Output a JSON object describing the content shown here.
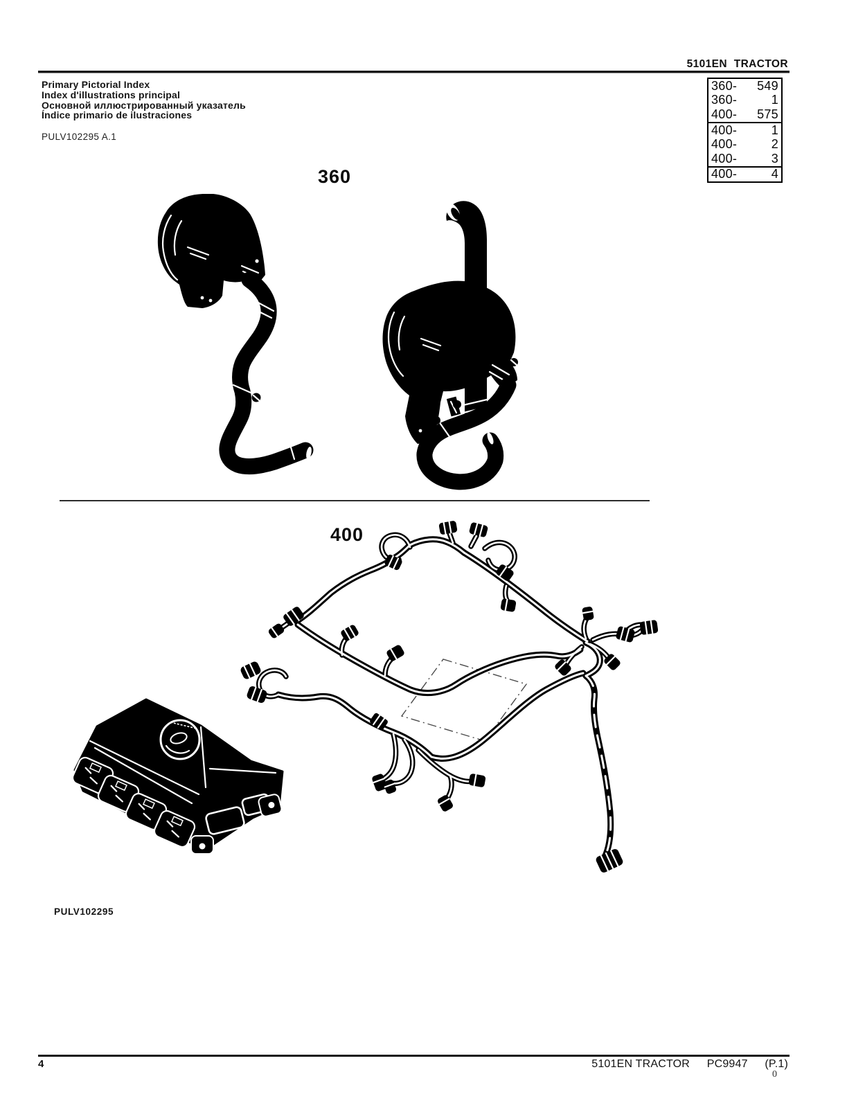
{
  "header": {
    "title": "5101EN TRACTOR"
  },
  "title_block": {
    "line_en": "Primary Pictorial Index",
    "line_fr": "Index d'illustrations principal",
    "line_ru": "Основной иллюстрированный указатель",
    "line_es": "Índice primario de ilustraciones",
    "doc_code": "PULV102295 A.1"
  },
  "index_table": {
    "rows": [
      {
        "label": "360-",
        "value": "549"
      },
      {
        "label": "360-",
        "value": "1"
      },
      {
        "label": "400-",
        "value": "575"
      },
      {
        "label": "400-",
        "value": "1"
      },
      {
        "label": "400-",
        "value": "2"
      },
      {
        "label": "400-",
        "value": "3"
      },
      {
        "label": "400-",
        "value": "4"
      }
    ]
  },
  "sections": {
    "s360": {
      "label": "360",
      "subject": "exhaust-muffler-assemblies"
    },
    "s400": {
      "label": "400",
      "subject": "wiring-harness-and-control-unit"
    }
  },
  "figure_caption": "PULV102295",
  "footer": {
    "page_number": "4",
    "doc_title": "5101EN TRACTOR",
    "catalog_code": "PC9947",
    "page_ref": "(P.1)",
    "revision": "0"
  },
  "colors": {
    "ink": "#000000",
    "paper": "#ffffff"
  }
}
